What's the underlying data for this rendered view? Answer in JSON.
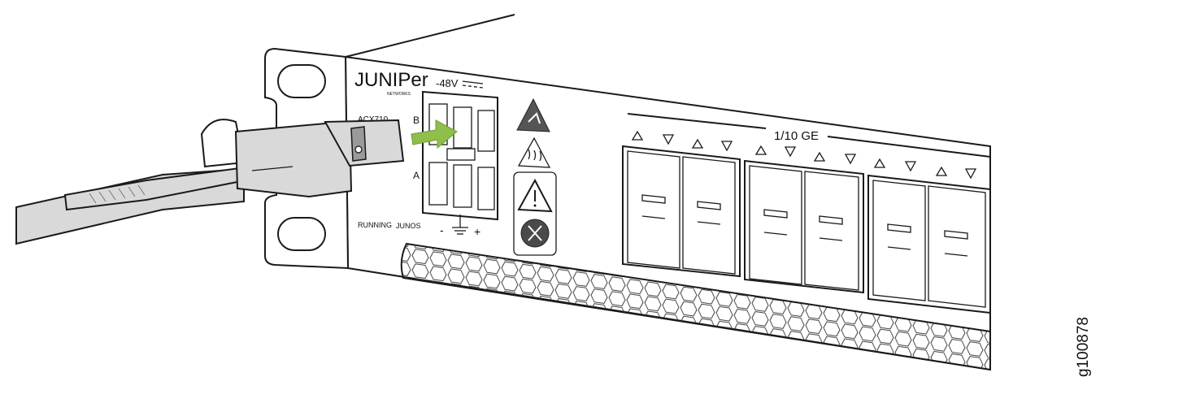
{
  "brand": {
    "name": "JUNIPer",
    "sub": "NETWORKS"
  },
  "model": "ACX710",
  "labels": {
    "voltage": "-48V",
    "feed_b": "B",
    "feed_a": "A",
    "running": "RUNNING",
    "junos": "JUNOS",
    "minus": "-",
    "plus": "+",
    "ports_group": "1/10 GE"
  },
  "figure_id": "g100878",
  "icons": [
    "esd-warning-icon",
    "hot-surface-icon",
    "caution-icon",
    "recycle-icon",
    "ground-icon",
    "insert-arrow-icon",
    "port-arrow-up-icon",
    "port-arrow-down-icon"
  ],
  "colors": {
    "arrow": "#8fbf4a",
    "cable": "#dcdcdc",
    "line": "#1a1a1a"
  }
}
